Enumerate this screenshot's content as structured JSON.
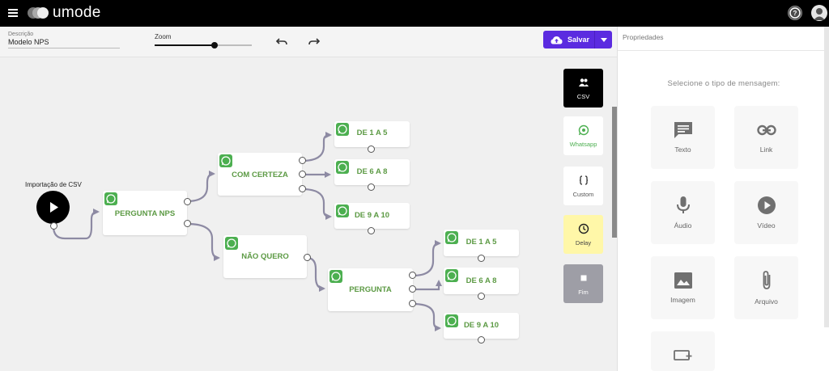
{
  "app": {
    "logo_text": "umode"
  },
  "toolbar": {
    "description_label": "Descrição",
    "description_value": "Modelo NPS",
    "zoom_label": "Zoom",
    "zoom_level": 0.62,
    "save_label": "Salvar"
  },
  "flow": {
    "start_label": "Importação de CSV",
    "nodes": {
      "pergunta_nps": "PERGUNTA NPS",
      "com_certeza": "COM CERTEZA",
      "nao_quero": "NÃO QUERO",
      "de_1_a_5_top": "DE 1 A 5",
      "de_6_a_8_top": "DE 6 A 8",
      "de_9_a_10_top": "DE 9 A 10",
      "pergunta": "PERGUNTA",
      "de_1_a_5_bottom": "DE 1 A 5",
      "de_6_a_8_bottom": "DE 6 A 8",
      "de_9_a_10_bottom": "DE 9 A 10"
    }
  },
  "palette": {
    "csv": "CSV",
    "whatsapp": "Whatsapp",
    "custom": "Custom",
    "delay": "Delay",
    "fim": "Fim"
  },
  "properties": {
    "title": "Propriedades",
    "subtitle": "Selecione o tipo de mensagem:",
    "types": {
      "texto": "Texto",
      "link": "Link",
      "audio": "Áudio",
      "video": "Vídeo",
      "imagem": "Imagem",
      "arquivo": "Arquivo"
    }
  },
  "colors": {
    "primary": "#5b2be0",
    "node_text": "#5c9a44",
    "whatsapp": "#4caf50",
    "delay": "#fff7a8",
    "fim": "#9e9ea6"
  }
}
